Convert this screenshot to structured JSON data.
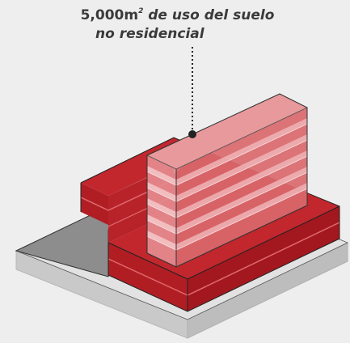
{
  "annotation": {
    "value": "5,000m",
    "superscript": "2",
    "text_line1": " de uso del suelo",
    "text_line2": "no residencial"
  },
  "colors": {
    "background": "#eeeeee",
    "red_top": "#c1272d",
    "red_left": "#b01e24",
    "red_right": "#a3181e",
    "tower_translucent": "#e2888c",
    "slab_gray_top": "#8d8d8d",
    "base_light": "#dcdcdc"
  },
  "stories": {
    "tower_floors": 6,
    "podium_floors": 2
  }
}
